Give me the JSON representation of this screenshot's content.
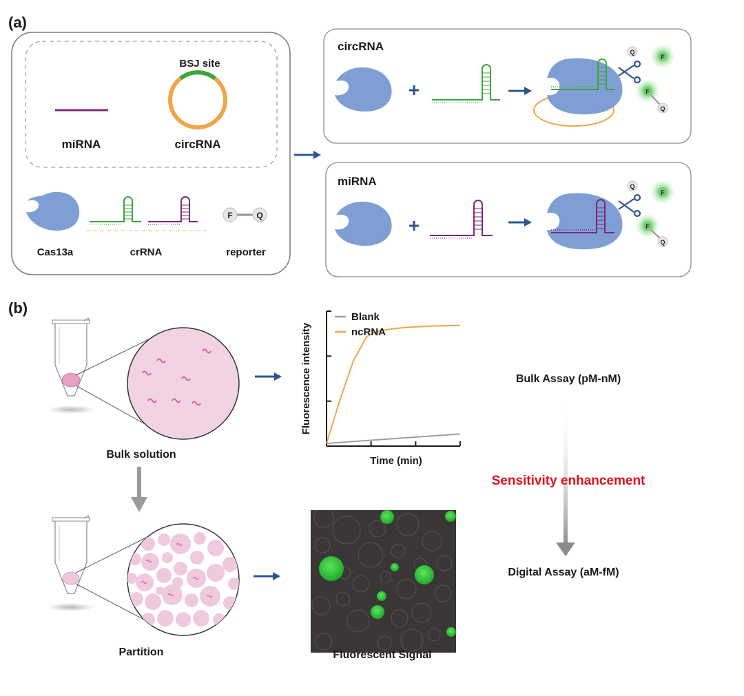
{
  "panels": {
    "a": "(a)",
    "b": "(b)"
  },
  "inputs": {
    "bsj_label": "BSJ site",
    "mirna_label": "miRNA",
    "circrna_label": "circRNA",
    "cas_label": "Cas13a",
    "crrna_label": "crRNA",
    "reporter_label": "reporter",
    "reporter_f": "F",
    "reporter_q": "Q"
  },
  "reactions": {
    "circ_title": "circRNA",
    "mirna_title": "miRNA",
    "plus": "+",
    "fluor_f": "F",
    "quench_q": "Q"
  },
  "bulk": {
    "solution_label": "Bulk solution",
    "assay_label": "Bulk Assay (pM-nM)"
  },
  "digital": {
    "partition_label": "Partition",
    "signal_label": "Fluorescent Signal",
    "assay_label": "Digital Assay (aM-fM)"
  },
  "sensitivity_label": "Sensitivity enhancement",
  "colors": {
    "cas": "#7f9fd4",
    "green": "#3aa63a",
    "purple": "#7a2a7a",
    "orange": "#f0a548",
    "arrow_blue": "#2c5590",
    "red": "#e0101b",
    "gray_arrow": "#9a9a9a",
    "pink": "#f2d3e3"
  },
  "chart_data": {
    "type": "line",
    "title": "",
    "xlabel": "Time (min)",
    "ylabel": "Fluorescence intensity",
    "xlim": [
      0,
      10
    ],
    "ylim": [
      0,
      10
    ],
    "x_ticks": [
      0,
      3.33,
      6.67,
      10
    ],
    "y_ticks": [
      0,
      3.33,
      6.67,
      10
    ],
    "legend_position": "top-left",
    "series": [
      {
        "name": "Blank",
        "color": "#9e9e9e",
        "x": [
          0,
          10
        ],
        "y": [
          0.2,
          0.9
        ]
      },
      {
        "name": "ncRNA",
        "color": "#f0a548",
        "x": [
          0,
          1,
          2,
          3,
          3.3,
          4,
          5,
          6,
          7,
          8,
          9,
          10
        ],
        "y": [
          0.2,
          3.4,
          6.3,
          8.1,
          8.3,
          8.55,
          8.7,
          8.8,
          8.85,
          8.9,
          8.92,
          8.95
        ]
      }
    ]
  }
}
